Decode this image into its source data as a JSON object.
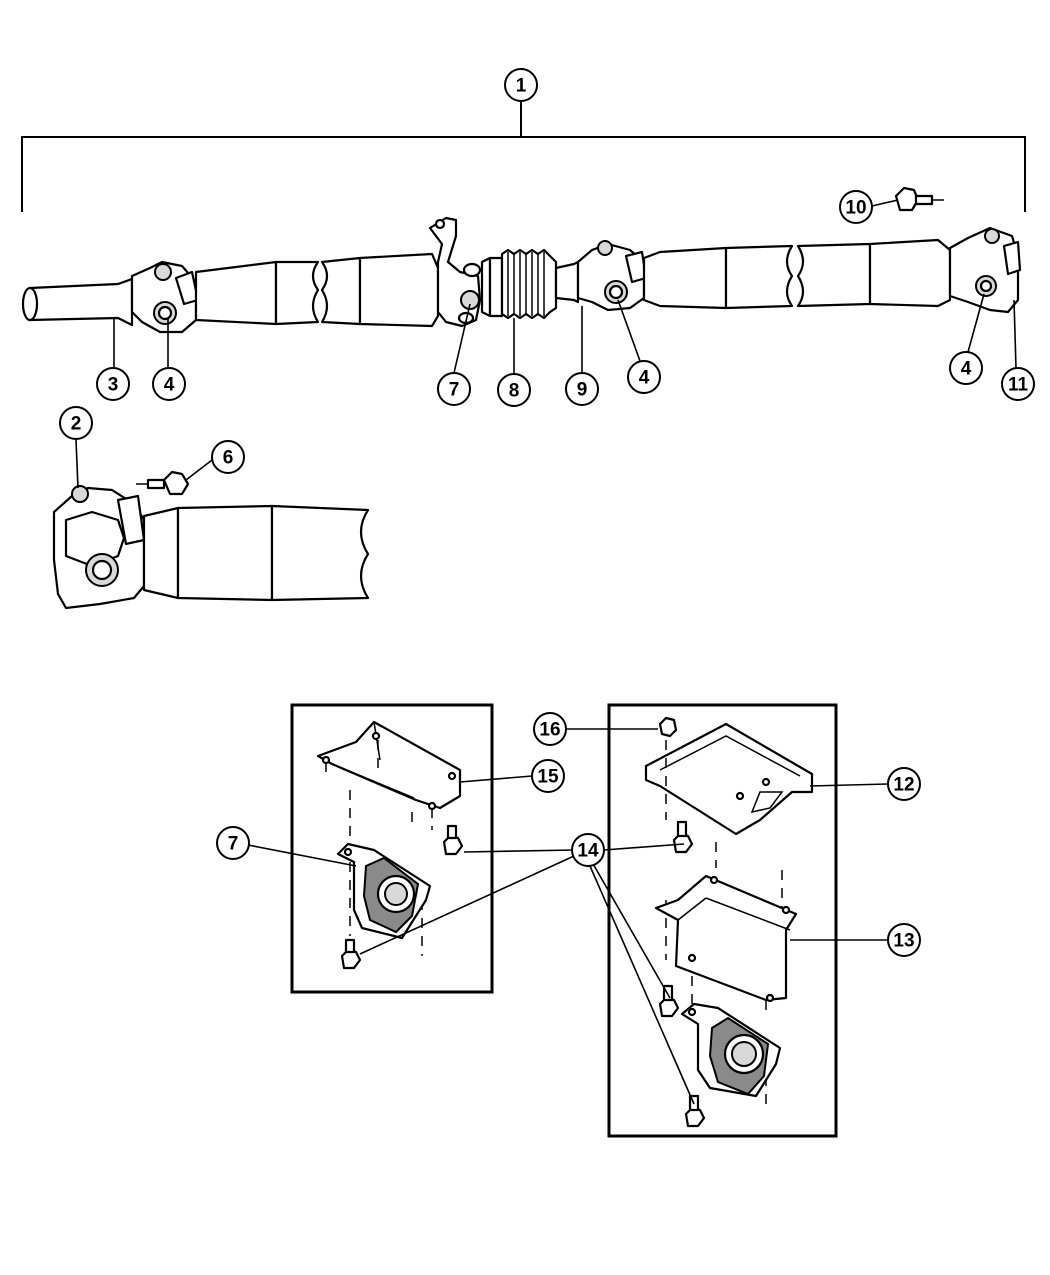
{
  "callouts": {
    "c1": "1",
    "c2": "2",
    "c3": "3",
    "c4": "4",
    "c6": "6",
    "c7": "7",
    "c8": "8",
    "c9": "9",
    "c10": "10",
    "c11": "11",
    "c12": "12",
    "c13": "13",
    "c14": "14",
    "c15": "15",
    "c16": "16"
  }
}
